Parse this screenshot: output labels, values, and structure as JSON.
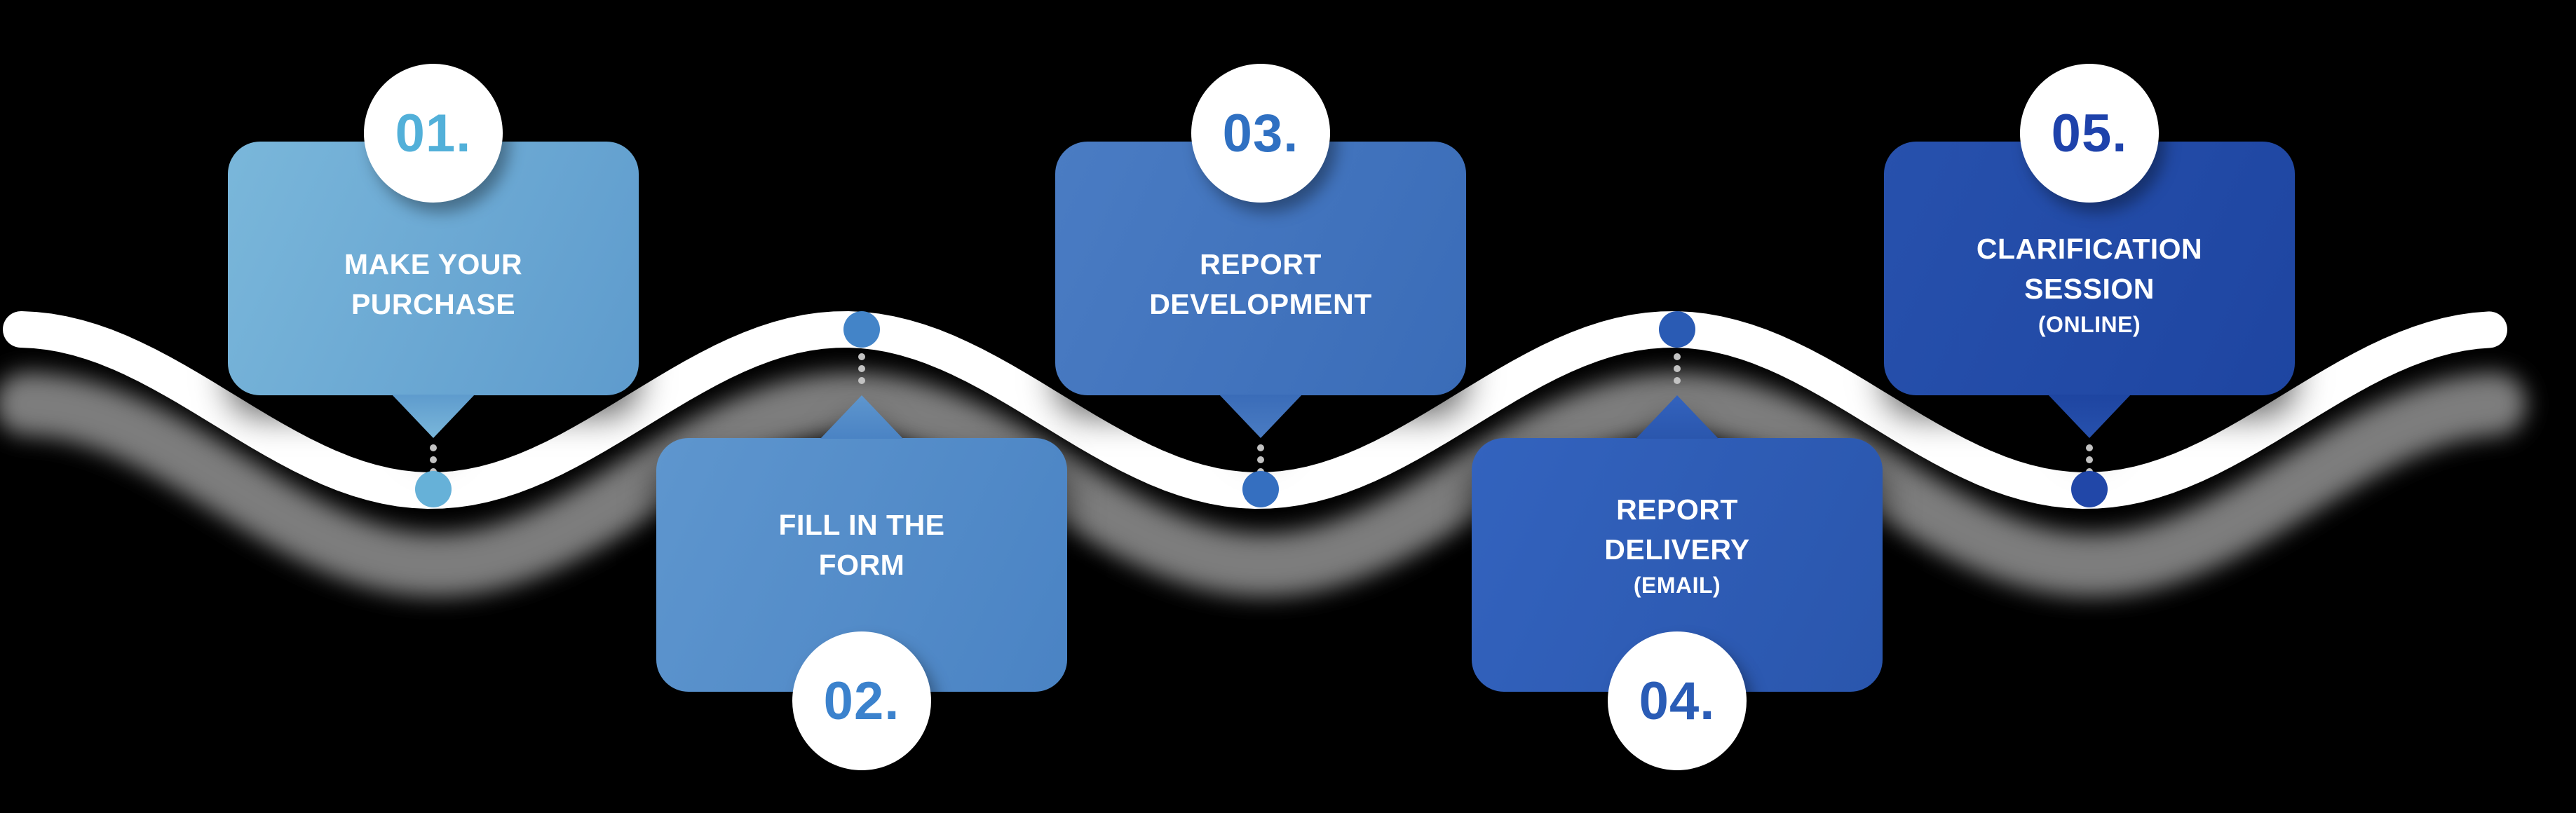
{
  "background_color": "#000000",
  "wave": {
    "line_color": "#ffffff",
    "shadow_color": "#7d7d7d"
  },
  "steps": [
    {
      "number": "01.",
      "lines": [
        "MAKE YOUR",
        "PURCHASE"
      ],
      "sub": "",
      "accent": "#52b0d9",
      "card_start": "#7ab7da",
      "card_end": "#5e9bcd",
      "node": "#66b1d8"
    },
    {
      "number": "02.",
      "lines": [
        "FILL IN THE",
        "FORM"
      ],
      "sub": "",
      "accent": "#3b82cd",
      "card_start": "#5e96ce",
      "card_end": "#4a83c4",
      "node": "#4384c8"
    },
    {
      "number": "03.",
      "lines": [
        "REPORT",
        "DEVELOPMENT"
      ],
      "sub": "",
      "accent": "#2f70c2",
      "card_start": "#4a7cc3",
      "card_end": "#3a6cb8",
      "node": "#356fc0"
    },
    {
      "number": "04.",
      "lines": [
        "REPORT",
        "DELIVERY"
      ],
      "sub": "(EMAIL)",
      "accent": "#2a5cb6",
      "card_start": "#3363be",
      "card_end": "#2a56ad",
      "node": "#2a5bb4"
    },
    {
      "number": "05.",
      "lines": [
        "CLARIFICATION",
        "SESSION"
      ],
      "sub": "(ONLINE)",
      "accent": "#1e42ab",
      "card_start": "#2751ad",
      "card_end": "#1e45a1",
      "node": "#2147a8"
    }
  ]
}
